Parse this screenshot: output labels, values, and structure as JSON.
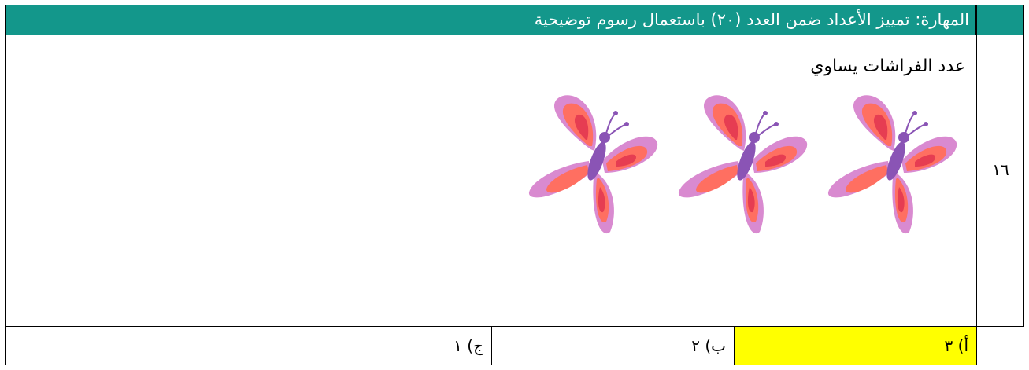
{
  "header": {
    "title": "المهارة: تمييز الأعداد ضمن العدد (٢٠) باستعمال رسوم توضيحية"
  },
  "question": {
    "number": "١٦",
    "prompt": "عدد الفراشات يساوي",
    "butterfly_count": 3
  },
  "answers": [
    {
      "label": "أ) ٣",
      "highlighted": true,
      "highlight_color": "#ffff00"
    },
    {
      "label": "ب) ٢",
      "highlighted": false
    },
    {
      "label": "ج) ١",
      "highlighted": false
    },
    {
      "label": "",
      "highlighted": false
    }
  ],
  "colors": {
    "header_bg": "#13978b",
    "header_text": "#ffffff"
  }
}
